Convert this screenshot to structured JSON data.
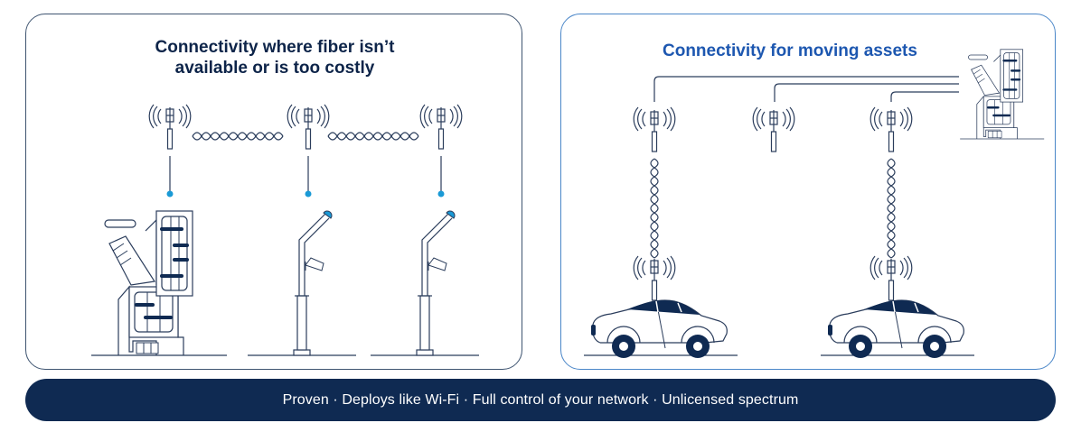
{
  "left_panel": {
    "title_line1": "Connectivity where fiber isn’t",
    "title_line2": "available or is too costly",
    "icons": [
      "radio-antenna-icon",
      "radio-antenna-icon",
      "radio-antenna-icon",
      "wireless-link-icon",
      "wireless-link-icon",
      "modular-switch-icon",
      "streetlight-camera-pole-icon",
      "streetlight-camera-pole-icon"
    ]
  },
  "right_panel": {
    "title": "Connectivity for moving assets",
    "icons": [
      "modular-switch-icon",
      "radio-antenna-icon",
      "radio-antenna-icon",
      "radio-antenna-icon",
      "wireless-link-icon",
      "wireless-link-icon",
      "vehicle-icon",
      "vehicle-icon"
    ]
  },
  "banner": {
    "text": "Proven · Deploys like Wi-Fi · Full control of your network · Unlicensed spectrum"
  },
  "colors": {
    "navy": "#0f2a52",
    "line": "#2b3d5c",
    "accent_blue": "#1d57b0",
    "dot_blue": "#1a9ad6",
    "right_border": "#4a86c8"
  }
}
